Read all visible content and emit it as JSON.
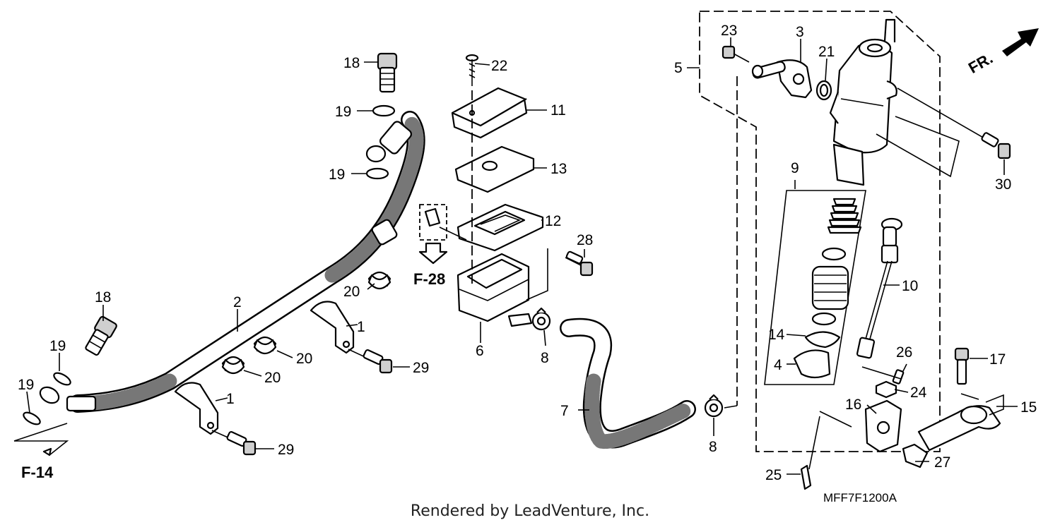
{
  "callouts": [
    "1",
    "1",
    "2",
    "3",
    "4",
    "5",
    "6",
    "7",
    "8",
    "8",
    "9",
    "10",
    "11",
    "12",
    "13",
    "14",
    "15",
    "16",
    "17",
    "18",
    "18",
    "19",
    "19",
    "19",
    "19",
    "20",
    "20",
    "20",
    "21",
    "22",
    "23",
    "24",
    "25",
    "26",
    "27",
    "28",
    "29",
    "29",
    "30"
  ],
  "refs": {
    "f14": "F-14",
    "f28": "F-28",
    "fr": "FR."
  },
  "diagram_code": "MFF7F1200A",
  "credit": "Rendered by LeadVenture, Inc.",
  "icons": {
    "arrow": "front-direction-arrow-icon",
    "ref_arrow": "reference-arrow-icon"
  }
}
